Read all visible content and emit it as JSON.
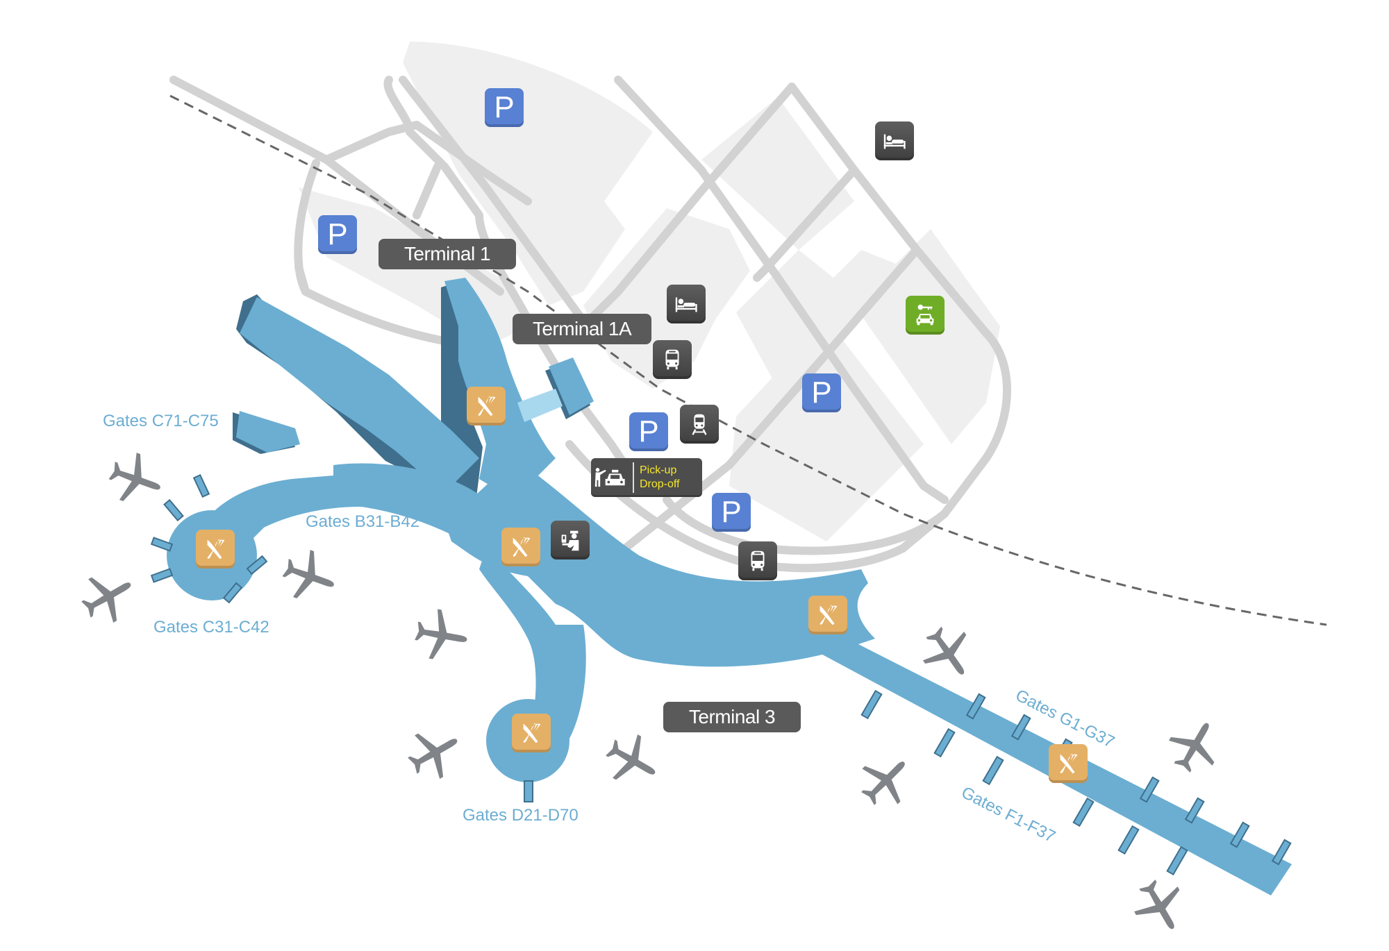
{
  "map": {
    "terminals": [
      {
        "id": "t1",
        "label": "Terminal 1"
      },
      {
        "id": "t1a",
        "label": "Terminal 1A"
      },
      {
        "id": "t3",
        "label": "Terminal 3"
      }
    ],
    "gate_groups": [
      {
        "id": "c71",
        "label": "Gates C71-C75"
      },
      {
        "id": "b31",
        "label": "Gates B31-B42"
      },
      {
        "id": "c31",
        "label": "Gates C31-C42"
      },
      {
        "id": "d21",
        "label": "Gates D21-D70"
      },
      {
        "id": "g1",
        "label": "Gates G1-G37"
      },
      {
        "id": "f1",
        "label": "Gates F1-F37"
      }
    ],
    "pickup": {
      "line1": "Pick-up",
      "line2": "Drop-off"
    },
    "parking_symbol": "P",
    "colors": {
      "terminal_fill": "#6baed2",
      "terminal_shadow": "#3f6f8c",
      "walkway": "#a8d8ee",
      "road": "#d2d2d2",
      "landuse": "#efefef",
      "parking": "#5881d3",
      "food": "#e4b066",
      "dark_icon": "#4a4a4a",
      "rental": "#6fad27",
      "label_bg": "#5a5a5a",
      "gate_text": "#6cadd2",
      "plane": "#808488",
      "rail_dash": "#666666"
    },
    "icons": [
      "parking-icon",
      "hotel-icon",
      "bus-icon",
      "train-icon",
      "car-rental-icon",
      "restaurant-icon",
      "passport-control-icon",
      "taxi-icon",
      "airplane-icon"
    ]
  }
}
